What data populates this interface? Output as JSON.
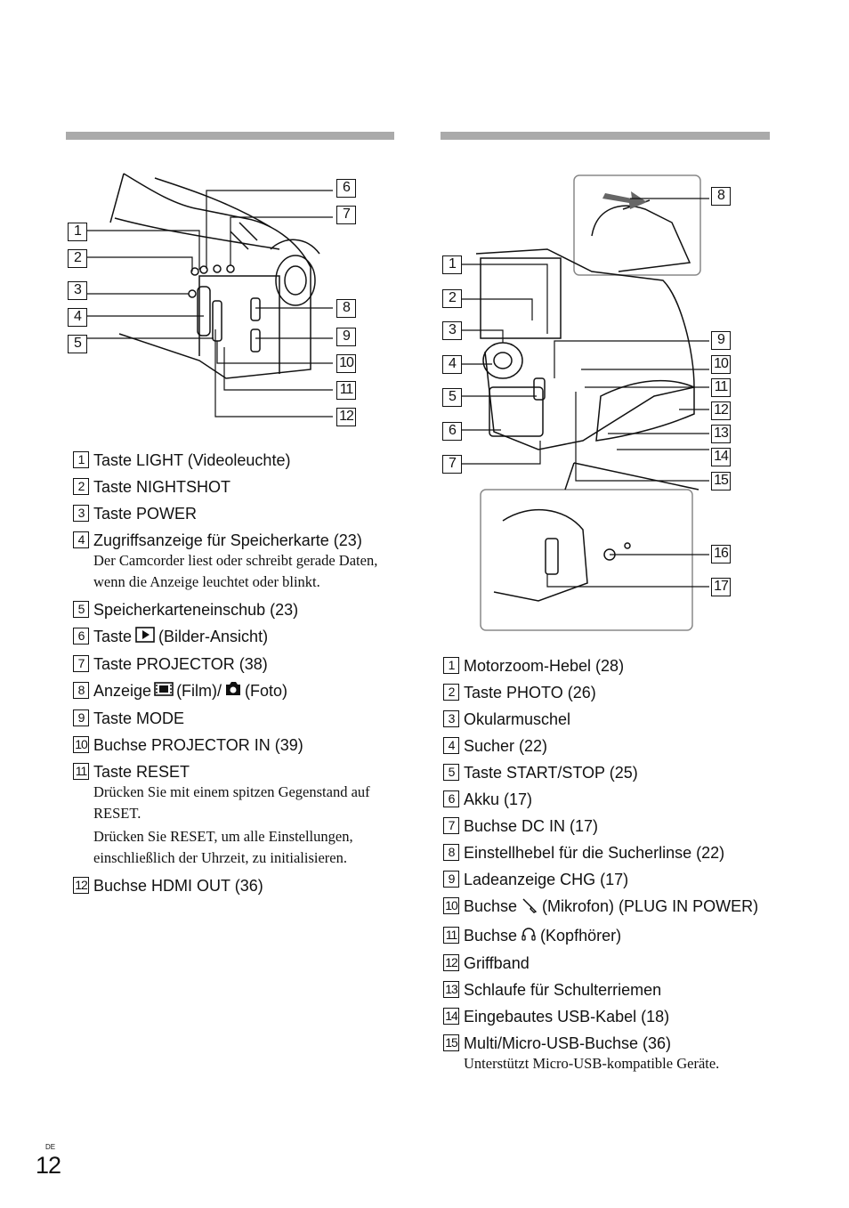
{
  "page": {
    "language": "DE",
    "number": "12"
  },
  "left": {
    "callouts": [
      "1",
      "2",
      "3",
      "4",
      "5",
      "6",
      "7",
      "8",
      "9",
      "10",
      "11",
      "12"
    ],
    "items": [
      {
        "num": "1",
        "text": "Taste LIGHT (Videoleuchte)"
      },
      {
        "num": "2",
        "text": "Taste NIGHTSHOT"
      },
      {
        "num": "3",
        "text": "Taste POWER"
      },
      {
        "num": "4",
        "text": "Zugriffsanzeige für Speicherkarte (23)",
        "desc": [
          "Der Camcorder liest oder schreibt gerade Daten, wenn die Anzeige leuchtet oder blinkt."
        ]
      },
      {
        "num": "5",
        "text": "Speicherkarteneinschub (23)"
      },
      {
        "num": "6",
        "text_before": "Taste",
        "icon": "play-icon",
        "text_after": "(Bilder-Ansicht)"
      },
      {
        "num": "7",
        "text": "Taste PROJECTOR (38)"
      },
      {
        "num": "8",
        "text_before": "Anzeige",
        "icon": "film-icon",
        "text_mid": "(Film)/",
        "icon2": "camera-icon",
        "text_after": "(Foto)"
      },
      {
        "num": "9",
        "text": "Taste MODE"
      },
      {
        "num": "10",
        "text": "Buchse PROJECTOR IN (39)"
      },
      {
        "num": "11",
        "text": "Taste RESET",
        "desc": [
          "Drücken Sie mit einem spitzen Gegenstand auf RESET.",
          "Drücken Sie RESET, um alle Einstellungen, einschließlich der Uhrzeit, zu initialisieren."
        ]
      },
      {
        "num": "12",
        "text": "Buchse HDMI OUT (36)"
      }
    ]
  },
  "right": {
    "callouts": [
      "1",
      "2",
      "3",
      "4",
      "5",
      "6",
      "7",
      "8",
      "9",
      "10",
      "11",
      "12",
      "13",
      "14",
      "15",
      "16",
      "17"
    ],
    "items": [
      {
        "num": "1",
        "text": "Motorzoom-Hebel (28)"
      },
      {
        "num": "2",
        "text": "Taste PHOTO (26)"
      },
      {
        "num": "3",
        "text": "Okularmuschel"
      },
      {
        "num": "4",
        "text": "Sucher (22)"
      },
      {
        "num": "5",
        "text": "Taste START/STOP (25)"
      },
      {
        "num": "6",
        "text": "Akku (17)"
      },
      {
        "num": "7",
        "text": "Buchse DC IN (17)"
      },
      {
        "num": "8",
        "text": "Einstellhebel für die Sucherlinse (22)"
      },
      {
        "num": "9",
        "text": "Ladeanzeige CHG (17)"
      },
      {
        "num": "10",
        "text_before": "Buchse",
        "icon": "microphone-icon",
        "text_after": "(Mikrofon) (PLUG IN POWER)"
      },
      {
        "num": "11",
        "text_before": "Buchse",
        "icon": "headphones-icon",
        "text_after": "(Kopfhörer)"
      },
      {
        "num": "12",
        "text": "Griffband"
      },
      {
        "num": "13",
        "text": "Schlaufe für Schulterriemen"
      },
      {
        "num": "14",
        "text": "Eingebautes USB-Kabel (18)"
      },
      {
        "num": "15",
        "text": "Multi/Micro-USB-Buchse (36)",
        "desc": [
          "Unterstützt Micro-USB-kompatible Geräte."
        ]
      }
    ]
  }
}
